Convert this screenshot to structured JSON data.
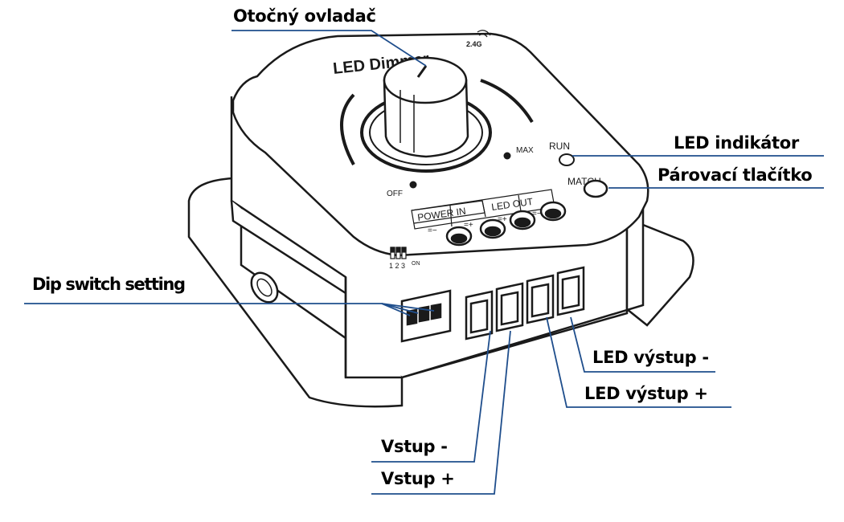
{
  "callouts": {
    "knob": "Otočný ovladač",
    "led_indicator": "LED indikátor",
    "pair_button": "Párovací tlačítko",
    "dip": "Dip switch setting",
    "led_out_minus": "LED výstup -",
    "led_out_plus": "LED výstup +",
    "in_minus": "Vstup -",
    "in_plus": "Vstup +"
  },
  "device_print": {
    "brand": "LED Dimmer",
    "wireless": "2.4G",
    "max": "MAX",
    "off": "OFF",
    "run": "RUN",
    "match": "MATCH",
    "power_in": "POWER IN",
    "led_out": "LED OUT",
    "pin_minus": "=−",
    "pin_plus": "=+",
    "dip_numbers": "1 2 3",
    "dip_on": "ON"
  },
  "colors": {
    "callout_line": "#1f4e8c",
    "outline": "#1a1a1a"
  }
}
